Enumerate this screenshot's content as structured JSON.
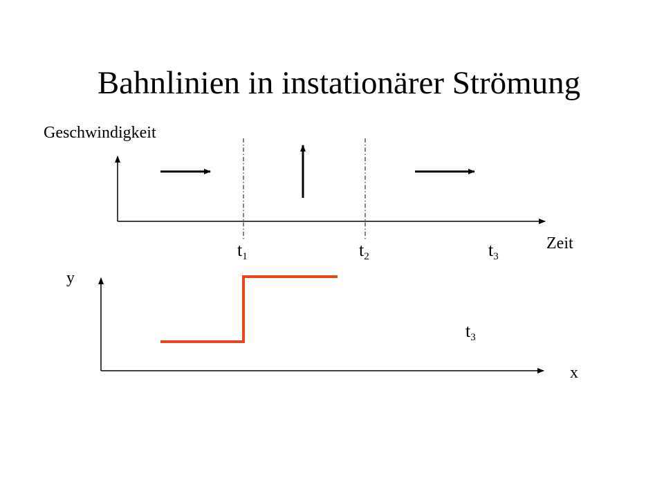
{
  "title": "Bahnlinien in instationärer Strömung",
  "top_plot": {
    "y_axis_label": "Geschwindigkeit",
    "x_axis_label": "Zeit",
    "time_marks": [
      {
        "base": "t",
        "sub": "1"
      },
      {
        "base": "t",
        "sub": "2"
      },
      {
        "base": "t",
        "sub": "3"
      }
    ],
    "velocity_arrows": [
      "right",
      "up",
      "right"
    ]
  },
  "bottom_plot": {
    "y_axis_label": "y",
    "x_axis_label": "x",
    "time_label": {
      "base": "t",
      "sub": "3"
    },
    "pathline_color": "#e8471c"
  }
}
